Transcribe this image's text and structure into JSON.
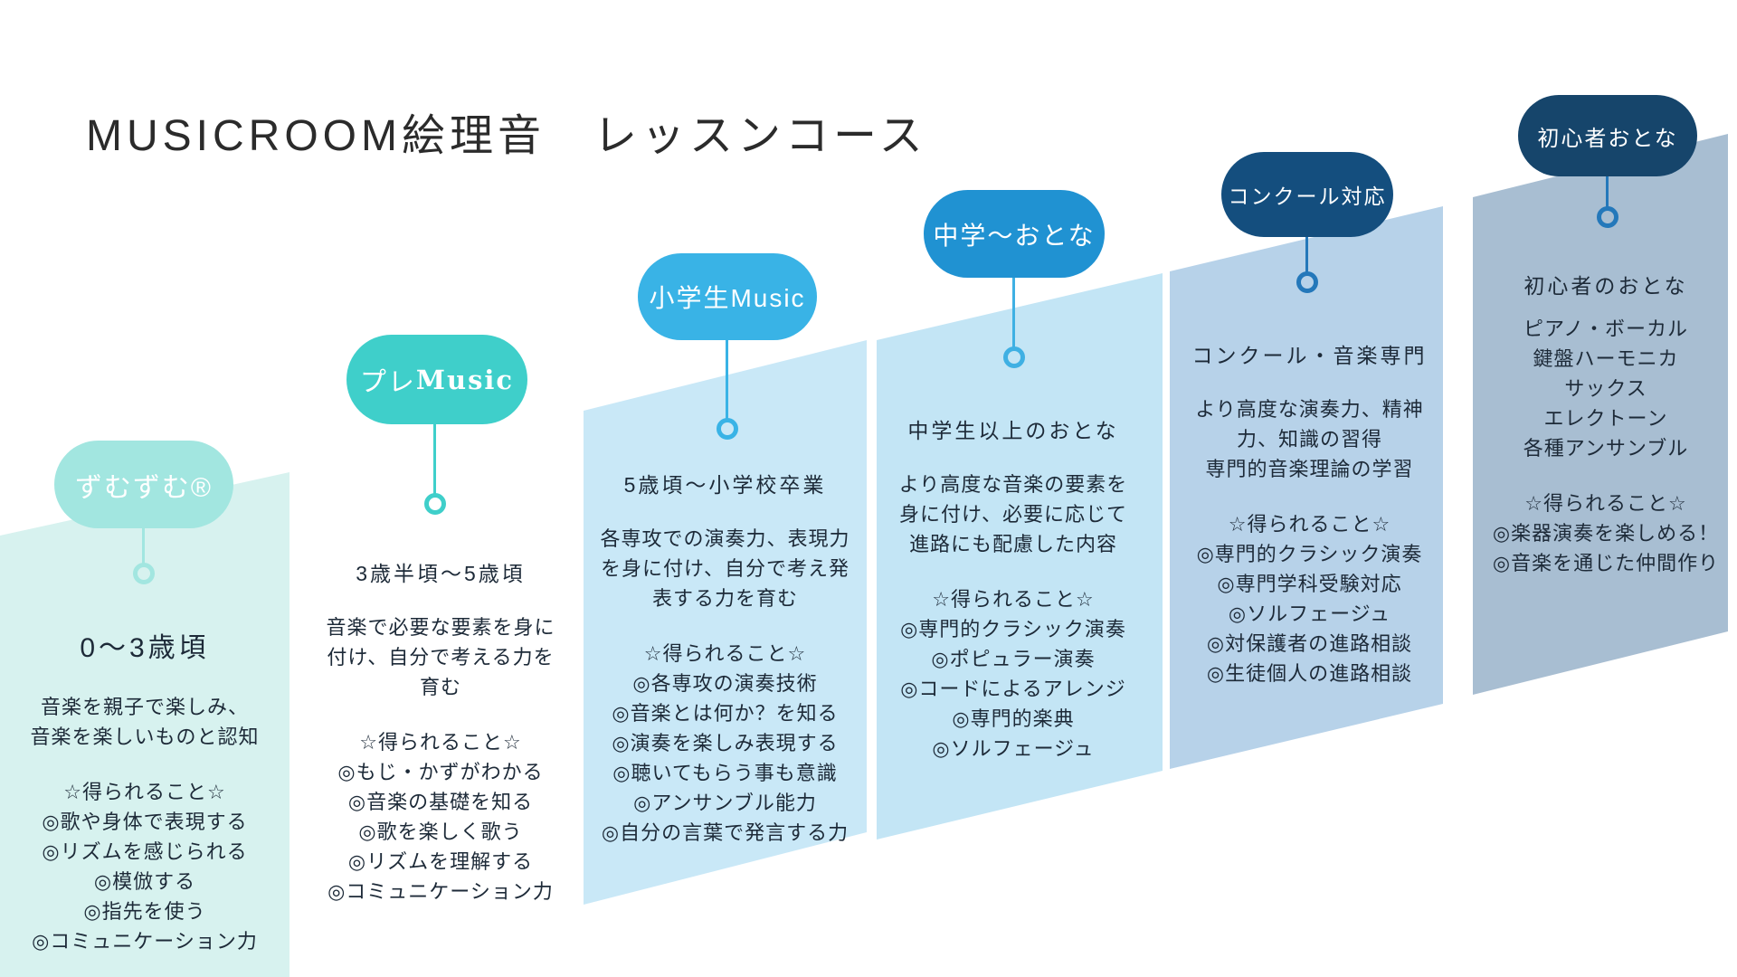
{
  "title": "MUSICROOM絵理音　レッスンコース",
  "columns": [
    {
      "pill": "ずむずむ®",
      "header": "0～3歳頃",
      "desc": [
        "音楽を親子で楽しみ、",
        "音楽を楽しいものと認知"
      ],
      "gains_title": "☆得られること☆",
      "bullets": [
        "◎歌や身体で表現する",
        "◎リズムを感じられる",
        "◎模倣する",
        "◎指先を使う",
        "◎コミュニケーション力"
      ],
      "colors": {
        "pill": "#a2e6e0",
        "panel": "#d7f2ef",
        "stem": "#a2e6e0"
      }
    },
    {
      "pill_prefix": "プレ",
      "pill_suffix": "Music",
      "header": "3歳半頃～5歳頃",
      "desc": [
        "音楽で必要な要素を身に",
        "付け、自分で考える力を",
        "育む"
      ],
      "gains_title": "☆得られること☆",
      "bullets": [
        "◎もじ・かずがわかる",
        "◎音楽の基礎を知る",
        "◎歌を楽しく歌う",
        "◎リズムを理解する",
        "◎コミュニケーション力"
      ],
      "colors": {
        "pill": "#3fcfca",
        "stem": "#3fcfca"
      }
    },
    {
      "pill": "小学生Music",
      "header": "5歳頃～小学校卒業",
      "desc": [
        "各専攻での演奏力、表現力",
        "を身に付け、自分で考え発",
        "表する力を育む"
      ],
      "gains_title": "☆得られること☆",
      "bullets": [
        "◎各専攻の演奏技術",
        "◎音楽とは何か？を知る",
        "◎演奏を楽しみ表現する",
        "◎聴いてもらう事も意識",
        "◎アンサンブル能力",
        "◎自分の言葉で発言する力"
      ],
      "colors": {
        "pill": "#39b3e6",
        "panel": "#c9e8f7",
        "stem": "#39b3e6"
      }
    },
    {
      "pill": "中学～おとな",
      "header": "中学生以上のおとな",
      "desc": [
        "より高度な音楽の要素を",
        "身に付け、必要に応じて",
        "進路にも配慮した内容"
      ],
      "gains_title": "☆得られること☆",
      "bullets": [
        "◎専門的クラシック演奏",
        "◎ポピュラー演奏",
        "◎コードによるアレンジ",
        "◎専門的楽典",
        "◎ソルフェージュ"
      ],
      "colors": {
        "pill": "#2092d2",
        "panel": "#c3e5f5",
        "stem": "#3fb0e3"
      }
    },
    {
      "pill": "コンクール対応",
      "header": "コンクール・音楽専門",
      "desc": [
        "より高度な演奏力、精神",
        "力、知識の習得",
        "専門的音楽理論の学習"
      ],
      "gains_title": "☆得られること☆",
      "bullets": [
        "◎専門的クラシック演奏",
        "◎専門学科受験対応",
        "◎ソルフェージュ",
        "◎対保護者の進路相談",
        "◎生徒個人の進路相談"
      ],
      "colors": {
        "pill": "#144e7e",
        "panel": "#b7d2e9",
        "stem": "#2478ba"
      }
    },
    {
      "pill": "初心者おとな",
      "header": "初心者のおとな",
      "desc": [
        "ピアノ・ボーカル",
        "鍵盤ハーモニカ",
        "サックス",
        "エレクトーン",
        "各種アンサンブル"
      ],
      "gains_title": "☆得られること☆",
      "bullets": [
        "◎楽器演奏を楽しめる！",
        "◎音楽を通じた仲間作り"
      ],
      "colors": {
        "pill": "#16456b",
        "panel": "#a8bed2",
        "stem": "#2478ba"
      }
    }
  ]
}
